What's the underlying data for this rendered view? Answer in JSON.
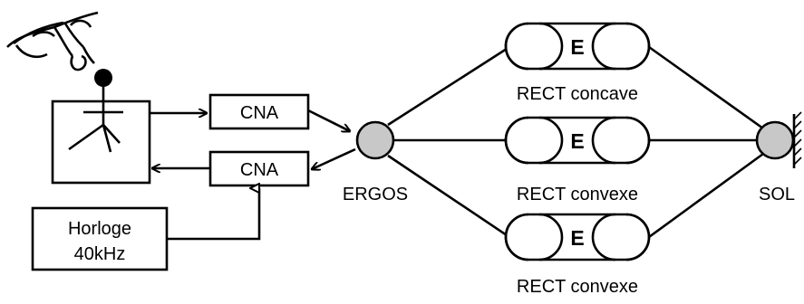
{
  "blocks": {
    "cna_top": "CNA",
    "cna_bottom": "CNA",
    "clock_line1": "Horloge",
    "clock_line2": "40kHz"
  },
  "nodes": {
    "ergos": "ERGOS",
    "sol": "SOL"
  },
  "rect_elements": [
    {
      "element": "E",
      "label": "RECT concave"
    },
    {
      "element": "E",
      "label": "RECT convexe"
    },
    {
      "element": "E",
      "label": "RECT convexe"
    }
  ],
  "colors": {
    "node_fill": "#c8c8c8",
    "line": "#000000",
    "background": "#ffffff"
  },
  "icons": {
    "hand": "hand-icon",
    "stick_figure": "stick-figure-icon",
    "ground": "ground-hatch-icon"
  }
}
